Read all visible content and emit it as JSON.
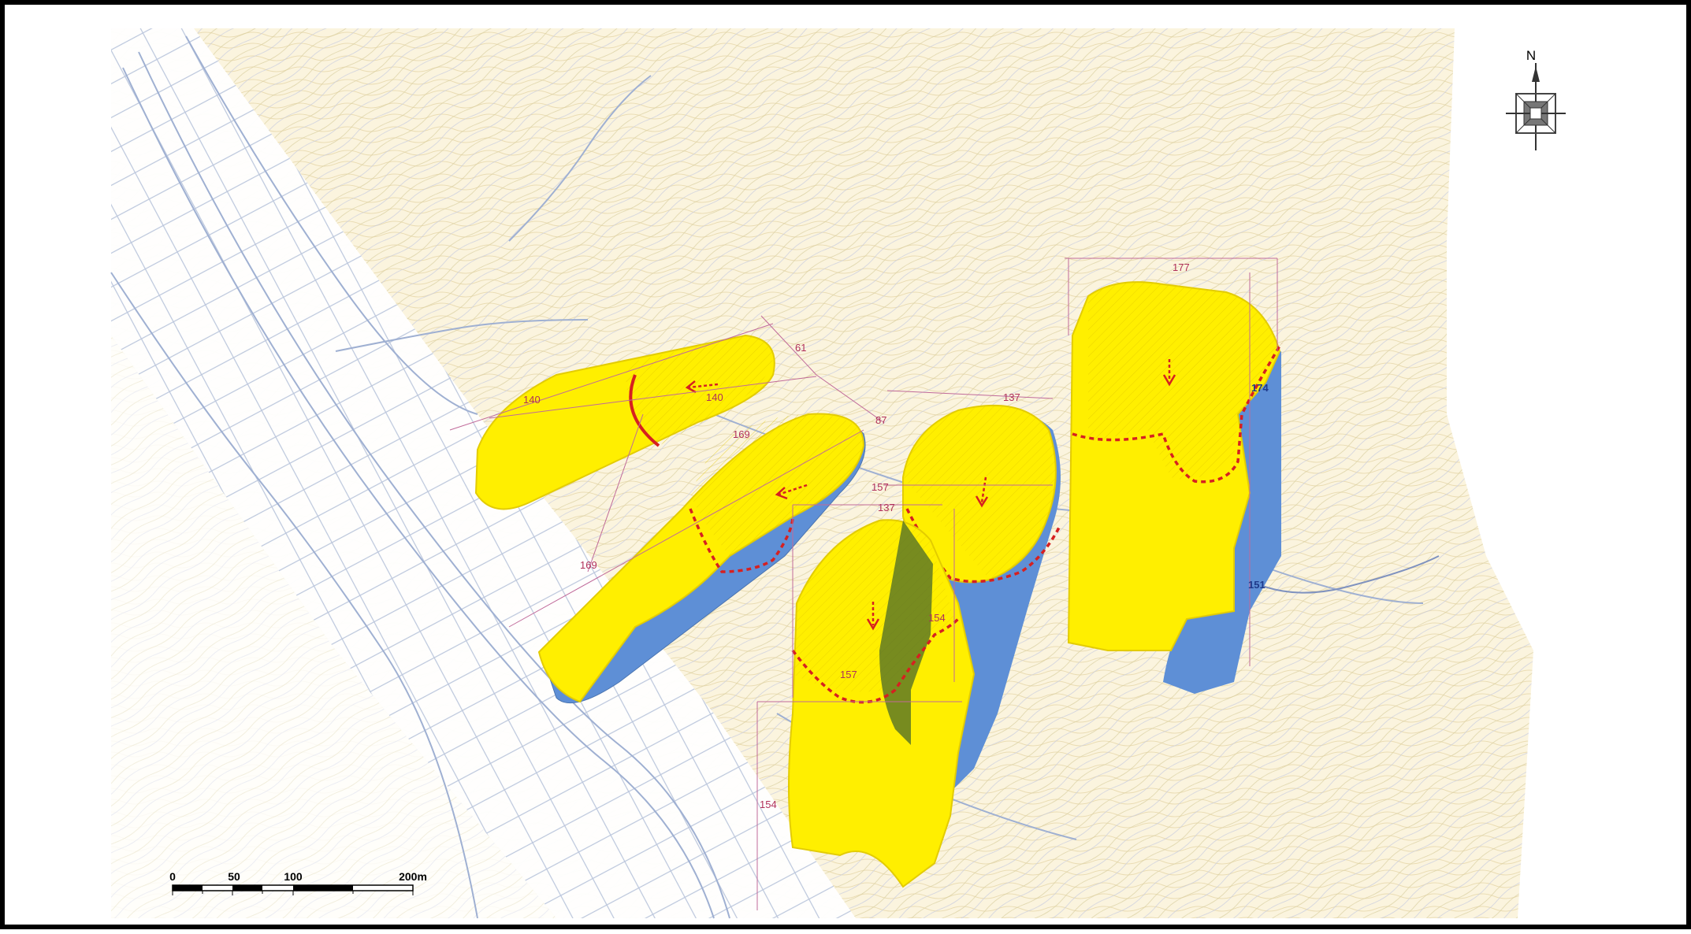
{
  "map": {
    "colors": {
      "terrain": "#fbf4de",
      "contour": "#e3d2a0",
      "road": "#b8c4dc",
      "deposit": "#ffef00",
      "deposit_outline": "#e3cc00",
      "runout": "#5e8fd6",
      "dark": "#4a6a2a",
      "scarp": "#d62020",
      "dimension": "#b0305a",
      "dim_line": "#c06a9a"
    },
    "north": {
      "label": "N",
      "icon": "compass-rose-icon"
    },
    "scale_bar": {
      "ticks": [
        {
          "label": "0",
          "value": 0
        },
        {
          "label": "50",
          "value": 50
        },
        {
          "label": "100",
          "value": 100
        },
        {
          "label": "200m",
          "value": 200
        }
      ]
    },
    "dimension_labels": {
      "d140a": "140",
      "d140b": "140",
      "d61": "61",
      "d87": "87",
      "d169a": "169",
      "d169b": "169",
      "d157a": "157",
      "d137a": "137",
      "d137b": "137",
      "d154a": "154",
      "d157b": "157",
      "d154b": "154",
      "d177": "177",
      "d174": "174",
      "d151": "151"
    }
  }
}
